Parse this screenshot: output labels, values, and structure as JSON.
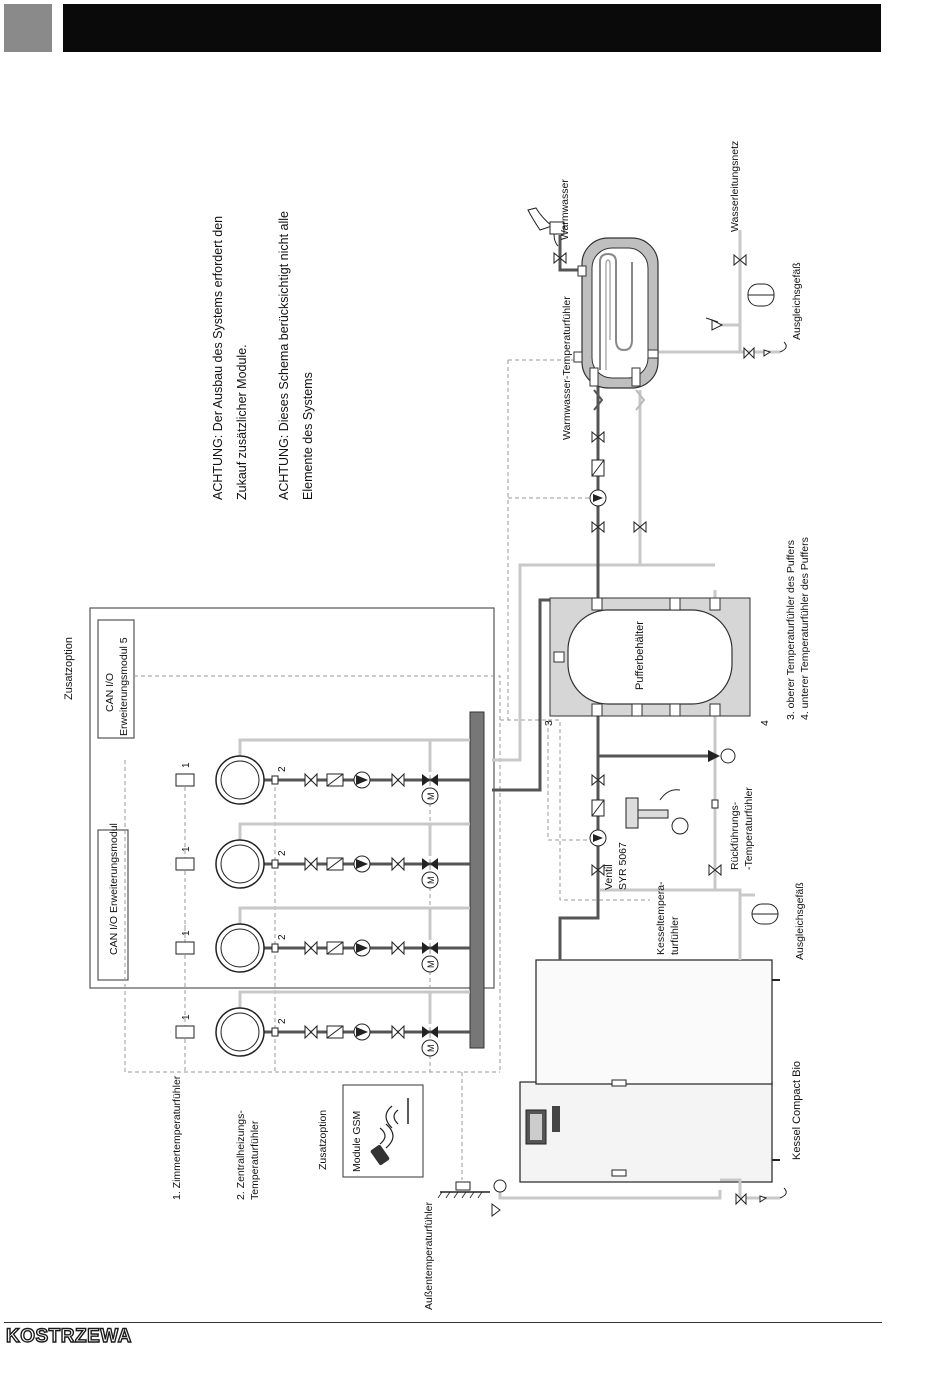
{
  "logo": "KOSTRZEWA",
  "notes": [
    [
      "ACHTUNG: Der Ausbau des Systems erfordert den",
      "Zukauf zusätzlicher Module."
    ],
    [
      "ACHTUNG: Dieses Schema berücksichtigt nicht alle",
      "Elemente des Systems"
    ]
  ],
  "labels": {
    "zusatzoption_top": "Zusatzoption",
    "can_module5_line1": "CAN I/O",
    "can_module5_line2": "Erweiterungsmodul 5",
    "can_module": "CAN I/O Erweiterungsmodul",
    "zusatzoption_gsm": "Zusatzoption",
    "gsm": "Module GSM",
    "room_sensor": "1. Zimmertemperaturfühler",
    "heating_sensor_line1": "2. Zentralheizungs-",
    "heating_sensor_line2": "Temperaturfühler",
    "outdoor_sensor": "Außentemperaturfühler",
    "boiler": "Kessel Compact Bio",
    "expansion_1": "Ausgleichsgefäß",
    "expansion_2": "Ausgleichsgefäß",
    "boiler_sensor_line1": "Kesseltempera-",
    "boiler_sensor_line2": "turfühler",
    "valve_line1": "Ventil",
    "valve_line2": "SYR 5067",
    "return_sensor_line1": "Rückführungs-",
    "return_sensor_line2": "-Temperaturfühler",
    "buffer": "Pufferbehälter",
    "buffer_sensor_3": "3. oberer Temperaturfühler des Puffers",
    "buffer_sensor_4": "4. unterer Temperaturfühler des Puffers",
    "num_3": "3",
    "num_4": "4",
    "dhw_sensor": "Warmwasser-Temperaturfühler",
    "warm_water": "Warmwasser",
    "water_net": "Wasserleitungsnetz",
    "circuit_num_1": "1",
    "circuit_num_2": "2",
    "motor": "M"
  },
  "colors": {
    "header_bar": "#0a0a0a",
    "header_square": "#8a8a8a",
    "supply_pipe": "#555555",
    "return_pipe": "#c8c8c8",
    "sensor_wire": "#999999"
  }
}
